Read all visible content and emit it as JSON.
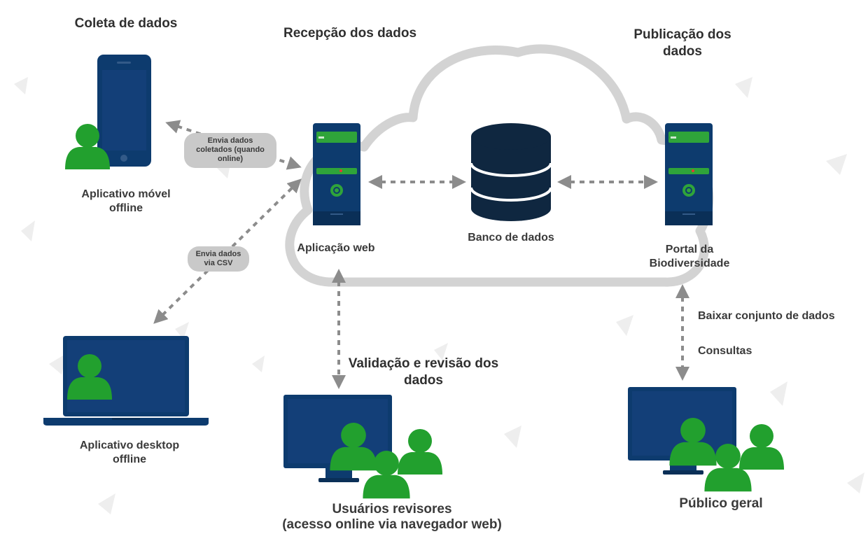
{
  "sections": {
    "collect": "Coleta de dados",
    "receive": "Recepção dos dados",
    "publish": "Publicação dos dados",
    "validate": "Validação e revisão dos dados"
  },
  "nodes": {
    "mobile": "Aplicativo móvel offline",
    "desktop": "Aplicativo desktop offline",
    "webapp": "Aplicação web",
    "database": "Banco de dados",
    "portal": "Portal da Biodiversidade",
    "reviewers": "Usuários revisores",
    "reviewers_note": "(acesso online via navegador web)",
    "public": "Público geral"
  },
  "edges": {
    "mobile_to_web": "Envia dados coletados (quando online)",
    "desktop_to_web": "Envia dados via CSV",
    "download": "Baixar conjunto de dados",
    "queries": "Consultas"
  },
  "colors": {
    "device_blue": "#0d3b6e",
    "screen_blue": "#133f78",
    "user_green": "#22a02e",
    "cloud_gray": "#d3d3d3",
    "arrow_gray": "#8c8c8c",
    "db_dark": "#0f2740"
  },
  "icons": [
    "smartphone-icon",
    "laptop-icon",
    "monitor-icon",
    "server-icon",
    "database-icon",
    "cloud-icon",
    "user-icon"
  ]
}
